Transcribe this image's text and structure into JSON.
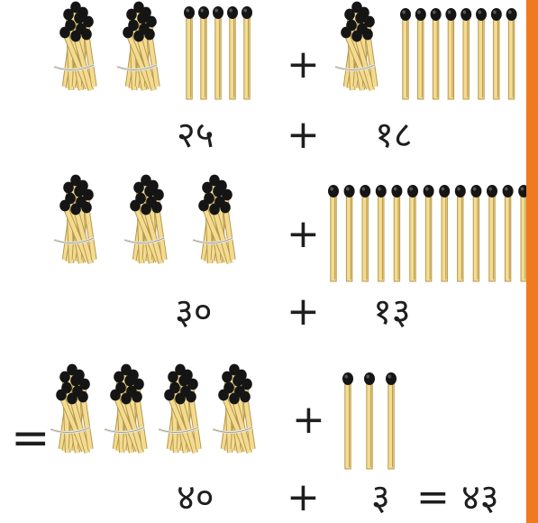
{
  "colors": {
    "stick": "#f3dc91",
    "stick_shade": "#b7984d",
    "match_head": "#151515",
    "rubber_band": "#e9e6d8",
    "accent_stripe": "#ef7a1f"
  },
  "icons": {
    "bundle": "matchstick-bundle-of-ten-icon",
    "single": "single-matchstick-icon"
  },
  "rows": [
    {
      "tens_bundles": 2,
      "single_sticks_left": 5,
      "op": "+",
      "right_bundles": 1,
      "right_single_sticks": 8,
      "left_number": "२५",
      "right_number": "१८"
    },
    {
      "tens_bundles": 3,
      "op": "+",
      "right_single_sticks": 13,
      "left_number": "३०",
      "right_number": "१३"
    },
    {
      "leading_equals": "=",
      "tens_bundles": 4,
      "op": "+",
      "right_single_sticks": 3,
      "left_number": "४०",
      "right_number": "३",
      "equals": "=",
      "result": "४३"
    }
  ]
}
